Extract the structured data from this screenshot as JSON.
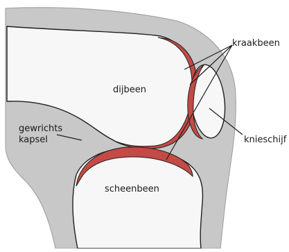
{
  "labels": {
    "cartilage": "kraakbeen",
    "femur": "dijbeen",
    "joint_capsule_line1": "gewrichts",
    "joint_capsule_line2": "kapsel",
    "kneecap": "knieschijf",
    "tibia": "scheenbeen"
  },
  "colors": {
    "capsule": "#c8c8c8",
    "capsule_edge": "#9a9a9a",
    "bone": "#f6f7f6",
    "cartilage": "#c44a45",
    "outline": "#1f1f1f"
  }
}
